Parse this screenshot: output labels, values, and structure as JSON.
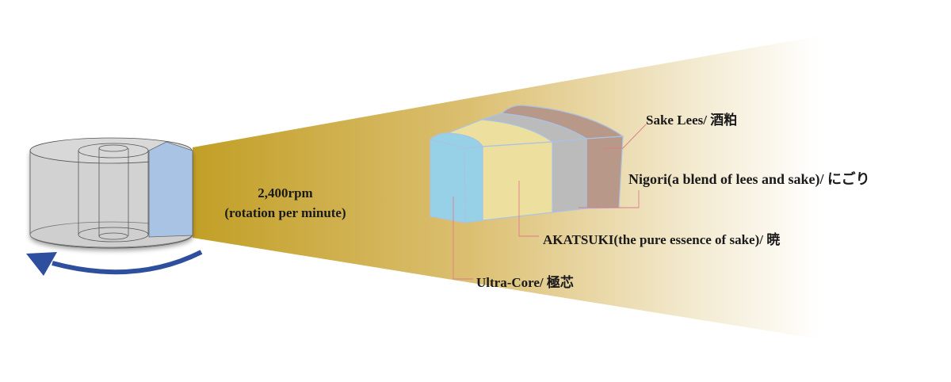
{
  "speed": {
    "value": "2,400rpm",
    "unit_label": "(rotation per minute)"
  },
  "layers": [
    {
      "label": "Sake Lees/ 酒粕",
      "color": "#b89888"
    },
    {
      "label": "Nigori(a blend of lees and sake)/ にごり",
      "color": "#bbbbbb"
    },
    {
      "label": "AKATSUKI(the pure essence of sake)/ 暁",
      "color": "#ede09f"
    },
    {
      "label": "Ultra-Core/ 極芯",
      "color": "#96d1e8"
    }
  ],
  "colors": {
    "beam_start": "#c29f26",
    "beam_end": "#ffffff",
    "arrow": "#2e4f9e",
    "leader": "#e07a8e",
    "cylinder": "#d4d4d4",
    "slice": "#a9c3e4"
  }
}
